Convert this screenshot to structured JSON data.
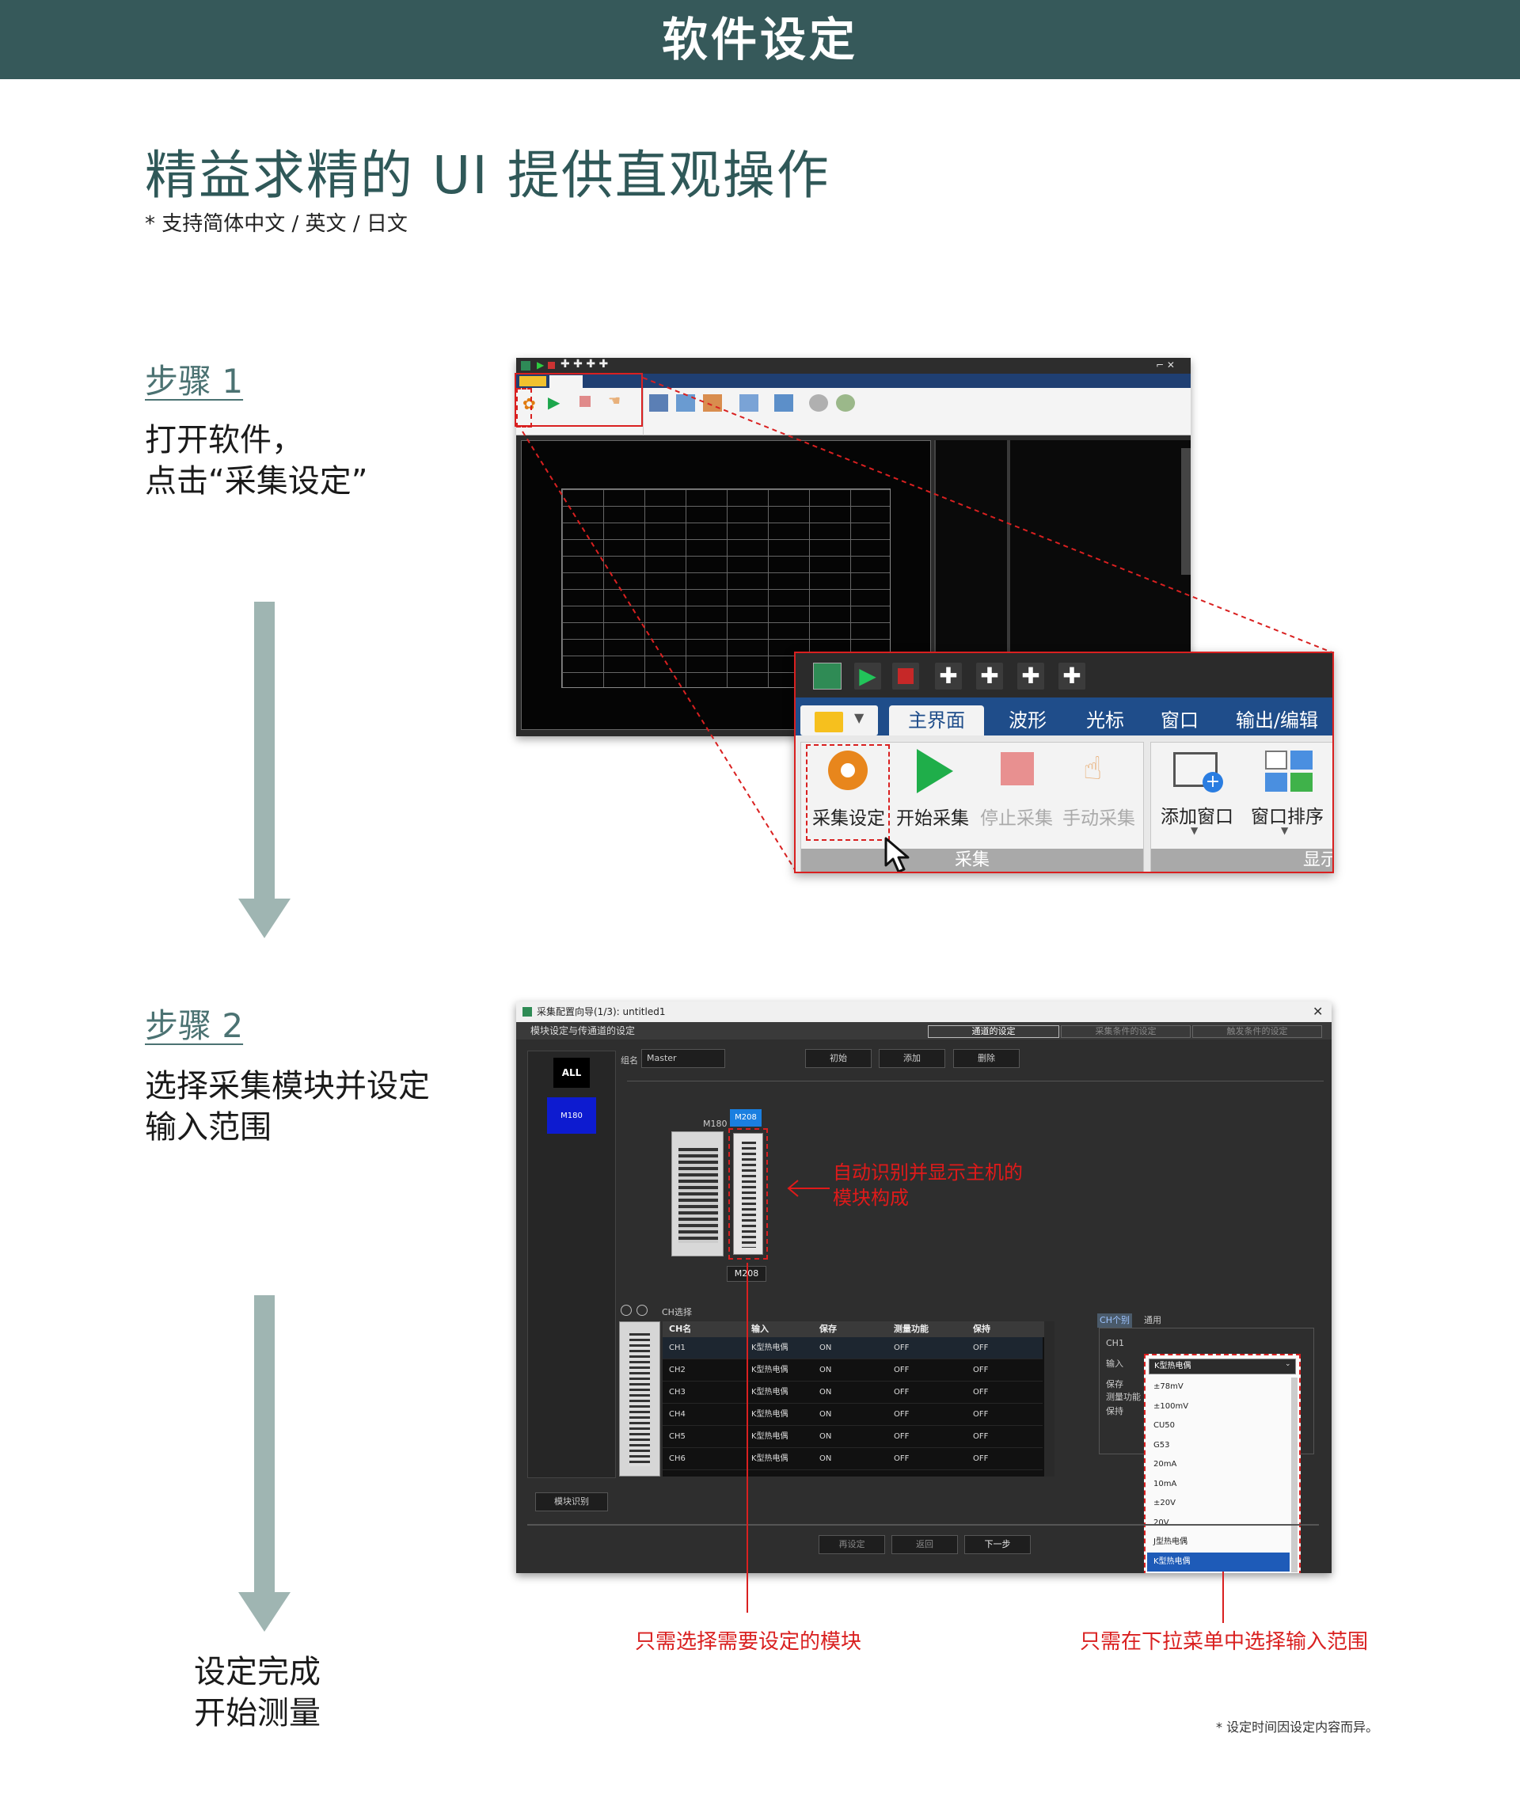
{
  "banner": {
    "title": "软件设定"
  },
  "headline": "精益求精的 UI 提供直观操作",
  "subline": "* 支持简体中文 / 英文 / 日文",
  "step1": {
    "title": "步骤 1",
    "desc_line1": "打开软件，",
    "desc_line2": "点击“采集设定”"
  },
  "step2": {
    "title": "步骤 2",
    "desc_line1": "选择采集模块并设定",
    "desc_line2": "输入范围"
  },
  "final": {
    "line1": "设定完成",
    "line2": "开始测量"
  },
  "zoom": {
    "tabs": [
      "主界面",
      "波形",
      "光标",
      "窗口",
      "输出/编辑"
    ],
    "buttons": {
      "acq_settings": "采集设定",
      "start": "开始采集",
      "stop": "停止采集",
      "manual": "手动采集",
      "add_window": "添加窗口",
      "arrange": "窗口排序"
    },
    "group_acq": "采集",
    "group_display": "显示"
  },
  "sc2": {
    "window_title": "采集配置向导(1/3): untitled1",
    "sub_title": "模块设定与传通道的设定",
    "wizard_steps": [
      "通道的设定",
      "采集条件的设定",
      "触发条件的设定"
    ],
    "all_label": "ALL",
    "unit_label": "M180",
    "group_label": "组名",
    "group_value": "Master",
    "btn_init": "初始",
    "btn_add": "添加",
    "btn_delete": "删除",
    "module_left": "M180",
    "module_right": "M208",
    "module_select": "M208",
    "ch_select_label": "CH选择",
    "module_detect": "模块识别",
    "table_headers": [
      "CH名",
      "输入",
      "保存",
      "测量功能",
      "保持"
    ],
    "table_rows": [
      [
        "CH1",
        "K型热电偶",
        "ON",
        "OFF",
        "OFF"
      ],
      [
        "CH2",
        "K型热电偶",
        "ON",
        "OFF",
        "OFF"
      ],
      [
        "CH3",
        "K型热电偶",
        "ON",
        "OFF",
        "OFF"
      ],
      [
        "CH4",
        "K型热电偶",
        "ON",
        "OFF",
        "OFF"
      ],
      [
        "CH5",
        "K型热电偶",
        "ON",
        "OFF",
        "OFF"
      ],
      [
        "CH6",
        "K型热电偶",
        "ON",
        "OFF",
        "OFF"
      ]
    ],
    "right_tabs": [
      "CH个别",
      "通用"
    ],
    "field_ch": "CH1",
    "field_input": "输入",
    "field_save": "保存",
    "field_measure": "测量功能",
    "field_hold": "保持",
    "dropdown_value": "K型热电偶",
    "dropdown_options": [
      "±78mV",
      "±100mV",
      "CU50",
      "G53",
      "20mA",
      "10mA",
      "±20V",
      "20V",
      "J型热电偶",
      "K型热电偶"
    ],
    "btn_reset": "再设定",
    "btn_back": "返回",
    "btn_next": "下一步"
  },
  "annotations": {
    "auto_detect_line1": "自动识别并显示主机的",
    "auto_detect_line2": "模块构成",
    "select_module": "只需选择需要设定的模块",
    "select_range": "只需在下拉菜单中选择输入范围"
  },
  "footnote": "* 设定时间因设定内容而异。",
  "colors": {
    "brand": "#36595a",
    "accent_red": "#d92020",
    "arrow": "#9fb5b2",
    "ribbon_blue": "#1f4d8a"
  }
}
